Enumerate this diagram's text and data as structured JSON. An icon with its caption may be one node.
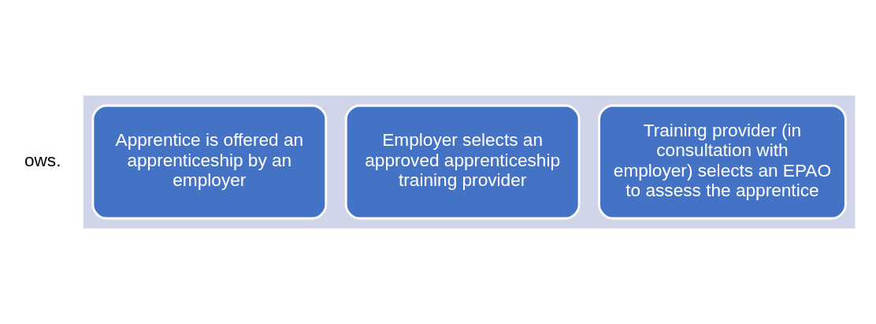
{
  "diagram": {
    "nodes": [
      {
        "text": [],
        "shape": "arrow"
      },
      {
        "text": [
          "Apprentice is offered an apprenticeship by an employer"
        ],
        "in": 0
      },
      {
        "text": [
          "Employer selects an approved apprenticeship training provider"
        ],
        "in": 0
      },
      {
        "text": [
          "Training provider (in consultation with employer) selects an EPAO to assess the apprentice"
        ],
        "in": 0
      }
    ],
    "labels": [
      "ows."
    ]
  }
}
